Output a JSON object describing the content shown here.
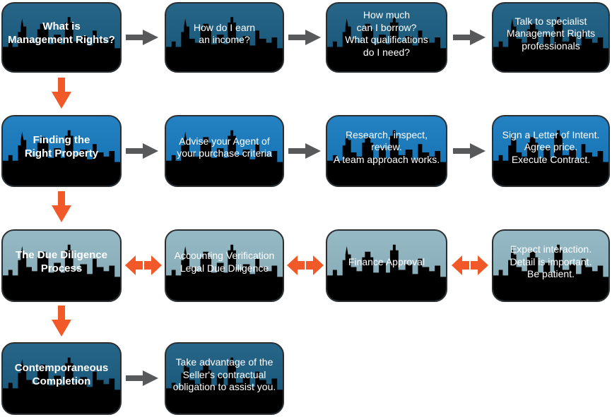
{
  "palette": {
    "dark_blue": "#175a7f",
    "mid_blue": "#1478bd",
    "light_slate": "#8db4c1",
    "orange": "#f15a28",
    "gray": "#58595b",
    "border": "#2b2e30",
    "text": "#ffffff",
    "background": "#ffffff"
  },
  "icons": {
    "right_arrow": "solid block arrow pointing right",
    "down_arrow": "solid block arrow pointing down",
    "bidirectional_arrows": "pair of block arrows pointing left and right",
    "city_skyline": "city skyline silhouette watermark"
  },
  "flow": {
    "rows": [
      {
        "theme": "dark",
        "boxes": [
          {
            "text": "What is\nManagement Rights?"
          },
          {
            "text": "How do I earn\nan income?"
          },
          {
            "text": "How much\ncan I borrow?\nWhat qualifications\ndo I need?"
          },
          {
            "text": "Talk to specialist\nManagement Rights\nprofessionals"
          }
        ]
      },
      {
        "theme": "mid",
        "boxes": [
          {
            "text": "Finding the\nRight Property"
          },
          {
            "text": "Advise your Agent of\nyour purchase criteria"
          },
          {
            "text": "Research, inspect,\nreview.\nA team approach works."
          },
          {
            "text": "Sign a Letter of Intent.\nAgree price.\nExecute Contract."
          }
        ]
      },
      {
        "theme": "light",
        "boxes": [
          {
            "text": "The Due Diligence\nProcess"
          },
          {
            "text": "Accounting Verification\nLegal Due Diligence"
          },
          {
            "text": "Finance Approval"
          },
          {
            "text": "Expect interaction.\nDetail is important.\nBe patient."
          }
        ]
      },
      {
        "theme": "dark",
        "boxes": [
          {
            "text": "Contemporaneous\nCompletion"
          },
          {
            "text": "Take advantage of the\nSeller's contractual\nobligation to assist you."
          }
        ]
      }
    ]
  }
}
